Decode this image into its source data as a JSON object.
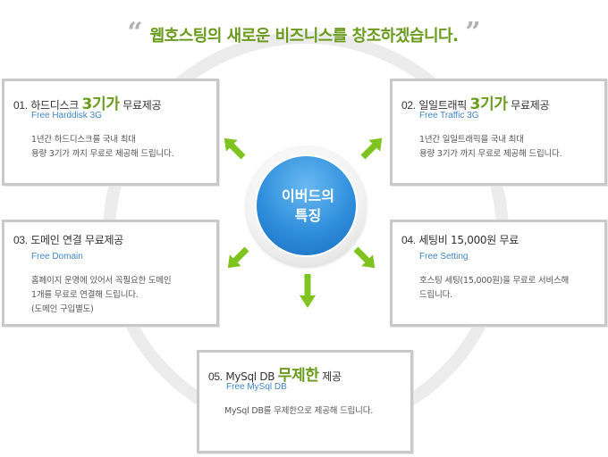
{
  "headline": {
    "open_quote": "“",
    "text": "웹호스팅의 새로운 비즈니스를 창조하겠습니다.",
    "close_quote": "”"
  },
  "center": {
    "line1": "이버드의",
    "line2": "특징"
  },
  "cards": [
    {
      "number": "01.",
      "title_pre": "하드디스크",
      "title_highlight": "3기가",
      "title_post": "무료제공",
      "subtitle": "Free Harddisk 3G",
      "body": [
        "1년간 하드디스크를 국내 최대",
        "용량 3기가 까지 무료로 제공해 드립니다."
      ]
    },
    {
      "number": "02.",
      "title_pre": "일일트래픽",
      "title_highlight": "3기가",
      "title_post": "무료제공",
      "subtitle": "Free Traffic 3G",
      "body": [
        "1년간 일일트래픽을 국내 최대",
        "용량 3기가 까지 무료로 제공해 드립니다."
      ]
    },
    {
      "number": "03.",
      "title_pre": "도메인 연결 무료제공",
      "title_highlight": "",
      "title_post": "",
      "subtitle": "Free Domain",
      "body": [
        "홈페이지 운영에 있어서 꼭필요한 도메인",
        "1개를 무료로 연결해 드립니다.",
        "(도메인 구입별도)"
      ]
    },
    {
      "number": "04.",
      "title_pre": "세팅비 15,000원 무료",
      "title_highlight": "",
      "title_post": "",
      "subtitle": "Free Setting",
      "body": [
        "호스팅 세팅(15,000원)을 무료로 서비스해",
        "드립니다."
      ]
    },
    {
      "number": "05.",
      "title_pre": "MySql DB",
      "title_highlight": "무제한",
      "title_post": "제공",
      "subtitle": "Free MySql DB",
      "body": [
        "MySql DB를 무제한으로 제공해 드립니다."
      ]
    }
  ],
  "colors": {
    "accent_green": "#6a9b1c",
    "accent_blue": "#3f86c5",
    "circle_blue": "#2f8fdc",
    "border_gray": "#c9c9c9"
  }
}
